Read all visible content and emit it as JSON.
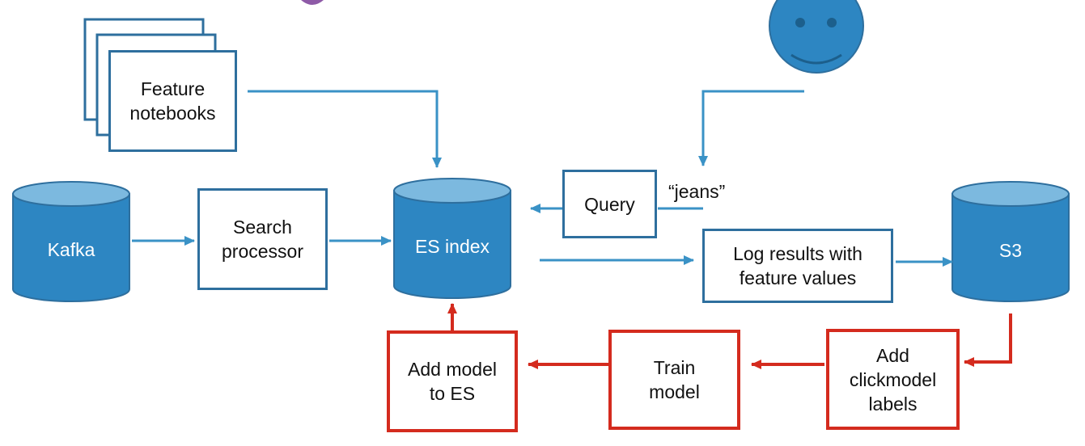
{
  "nodes": {
    "feature_notebooks": "Feature\nnotebooks",
    "kafka": "Kafka",
    "search_processor": "Search\nprocessor",
    "es_index": "ES index",
    "query": "Query",
    "query_text": "“jeans”",
    "log_results": "Log results with\nfeature values",
    "s3": "S3",
    "add_model": "Add model\nto ES",
    "train_model": "Train\nmodel",
    "add_clickmodel": "Add\nclickmodel\nlabels"
  },
  "colors": {
    "blue_line": "#3a92c6",
    "blue_fill": "#2d86c2",
    "blue_top": "#7cb9df",
    "blue_border": "#2e6f9e",
    "red": "#d42b1e",
    "purple": "#8e5aa7"
  },
  "icons": {
    "user": "smiley-face-icon"
  }
}
